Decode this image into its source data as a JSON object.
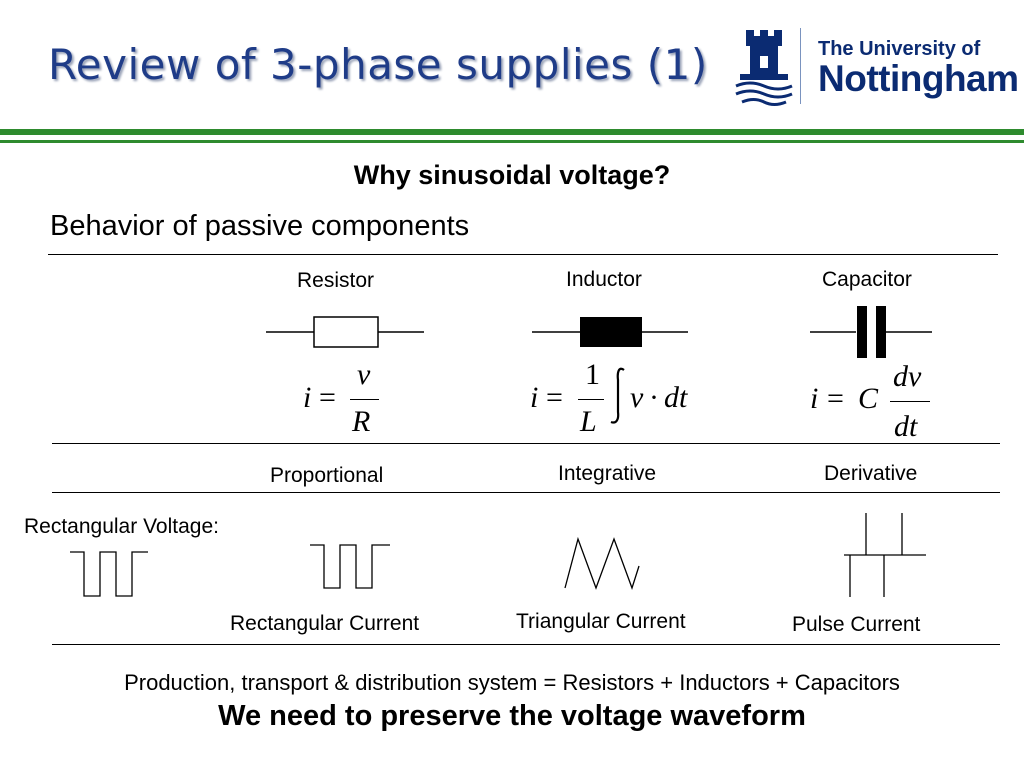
{
  "header": {
    "title": "Review of 3-phase supplies (1)",
    "logo": {
      "line1": "The University of",
      "line2": "Nottingham",
      "icon": "castle-crest-icon"
    },
    "colors": {
      "title": "#1f3c88",
      "band": "#2e8b2e",
      "logo": "#0b2b72"
    }
  },
  "section": {
    "question": "Why sinusoidal voltage?",
    "subtitle": "Behavior of passive components"
  },
  "components": [
    {
      "name": "Resistor",
      "behavior": "Proportional",
      "current_label": "Rectangular Current"
    },
    {
      "name": "Inductor",
      "behavior": "Integrative",
      "current_label": "Triangular Current"
    },
    {
      "name": "Capacitor",
      "behavior": "Derivative",
      "current_label": "Pulse Current"
    }
  ],
  "equations": {
    "resistor": {
      "lhs": "i",
      "eq": "=",
      "num": "v",
      "den": "R"
    },
    "inductor": {
      "lhs": "i",
      "eq": "=",
      "num": "1",
      "den": "L",
      "integrand": "v",
      "dot": "·",
      "dt": "dt"
    },
    "capacitor": {
      "lhs": "i",
      "eq": "=",
      "coef": "C",
      "num": "dv",
      "den": "dt"
    }
  },
  "voltage_label": "Rectangular Voltage:",
  "footer": {
    "line1": "Production, transport & distribution system = Resistors + Inductors + Capacitors",
    "line2": "We need to preserve the voltage waveform"
  }
}
